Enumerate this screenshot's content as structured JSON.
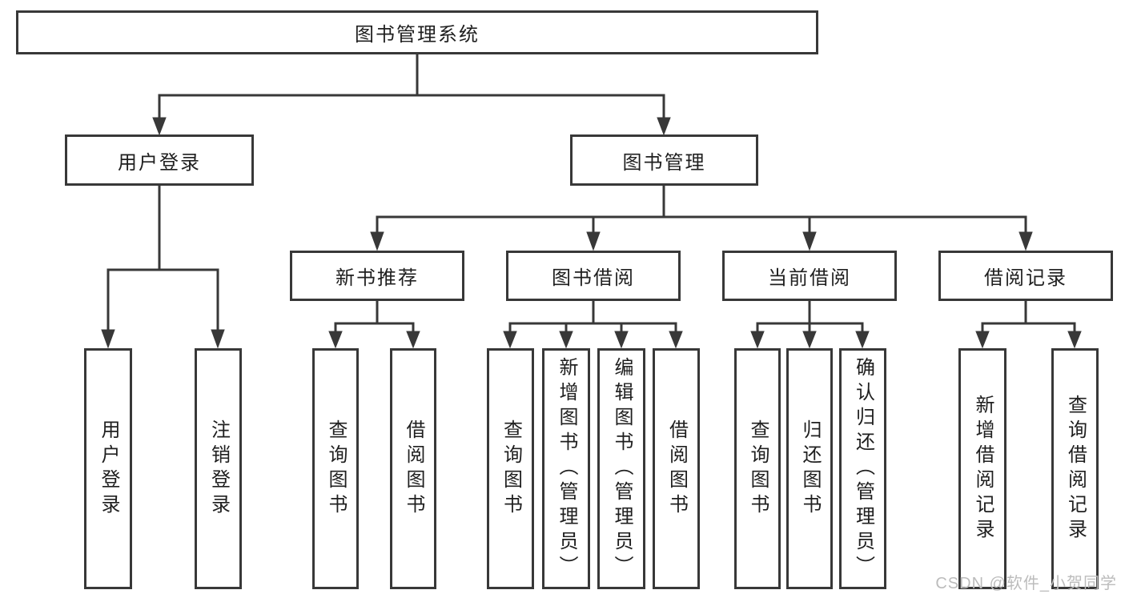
{
  "colors": {
    "line": "#383838",
    "text": "#1f1f1f",
    "box_bg": "#ffffff",
    "background": "#ffffff",
    "watermark": "#bcbcbc"
  },
  "watermark": "CSDN @软件_小贺同学",
  "tree": {
    "label": "图书管理系统",
    "children": [
      {
        "label": "用户登录",
        "children": [
          {
            "label": "用户登录"
          },
          {
            "label": "注销登录"
          }
        ]
      },
      {
        "label": "图书管理",
        "children": [
          {
            "label": "新书推荐",
            "children": [
              {
                "label": "查询图书"
              },
              {
                "label": "借阅图书"
              }
            ]
          },
          {
            "label": "图书借阅",
            "children": [
              {
                "label": "查询图书"
              },
              {
                "label": "新增图书（管理员）"
              },
              {
                "label": "编辑图书（管理员）"
              },
              {
                "label": "借阅图书"
              }
            ]
          },
          {
            "label": "当前借阅",
            "children": [
              {
                "label": "查询图书"
              },
              {
                "label": "归还图书"
              },
              {
                "label": "确认归还（管理员）"
              }
            ]
          },
          {
            "label": "借阅记录",
            "children": [
              {
                "label": "新增借阅记录"
              },
              {
                "label": "查询借阅记录"
              }
            ]
          }
        ]
      }
    ]
  }
}
